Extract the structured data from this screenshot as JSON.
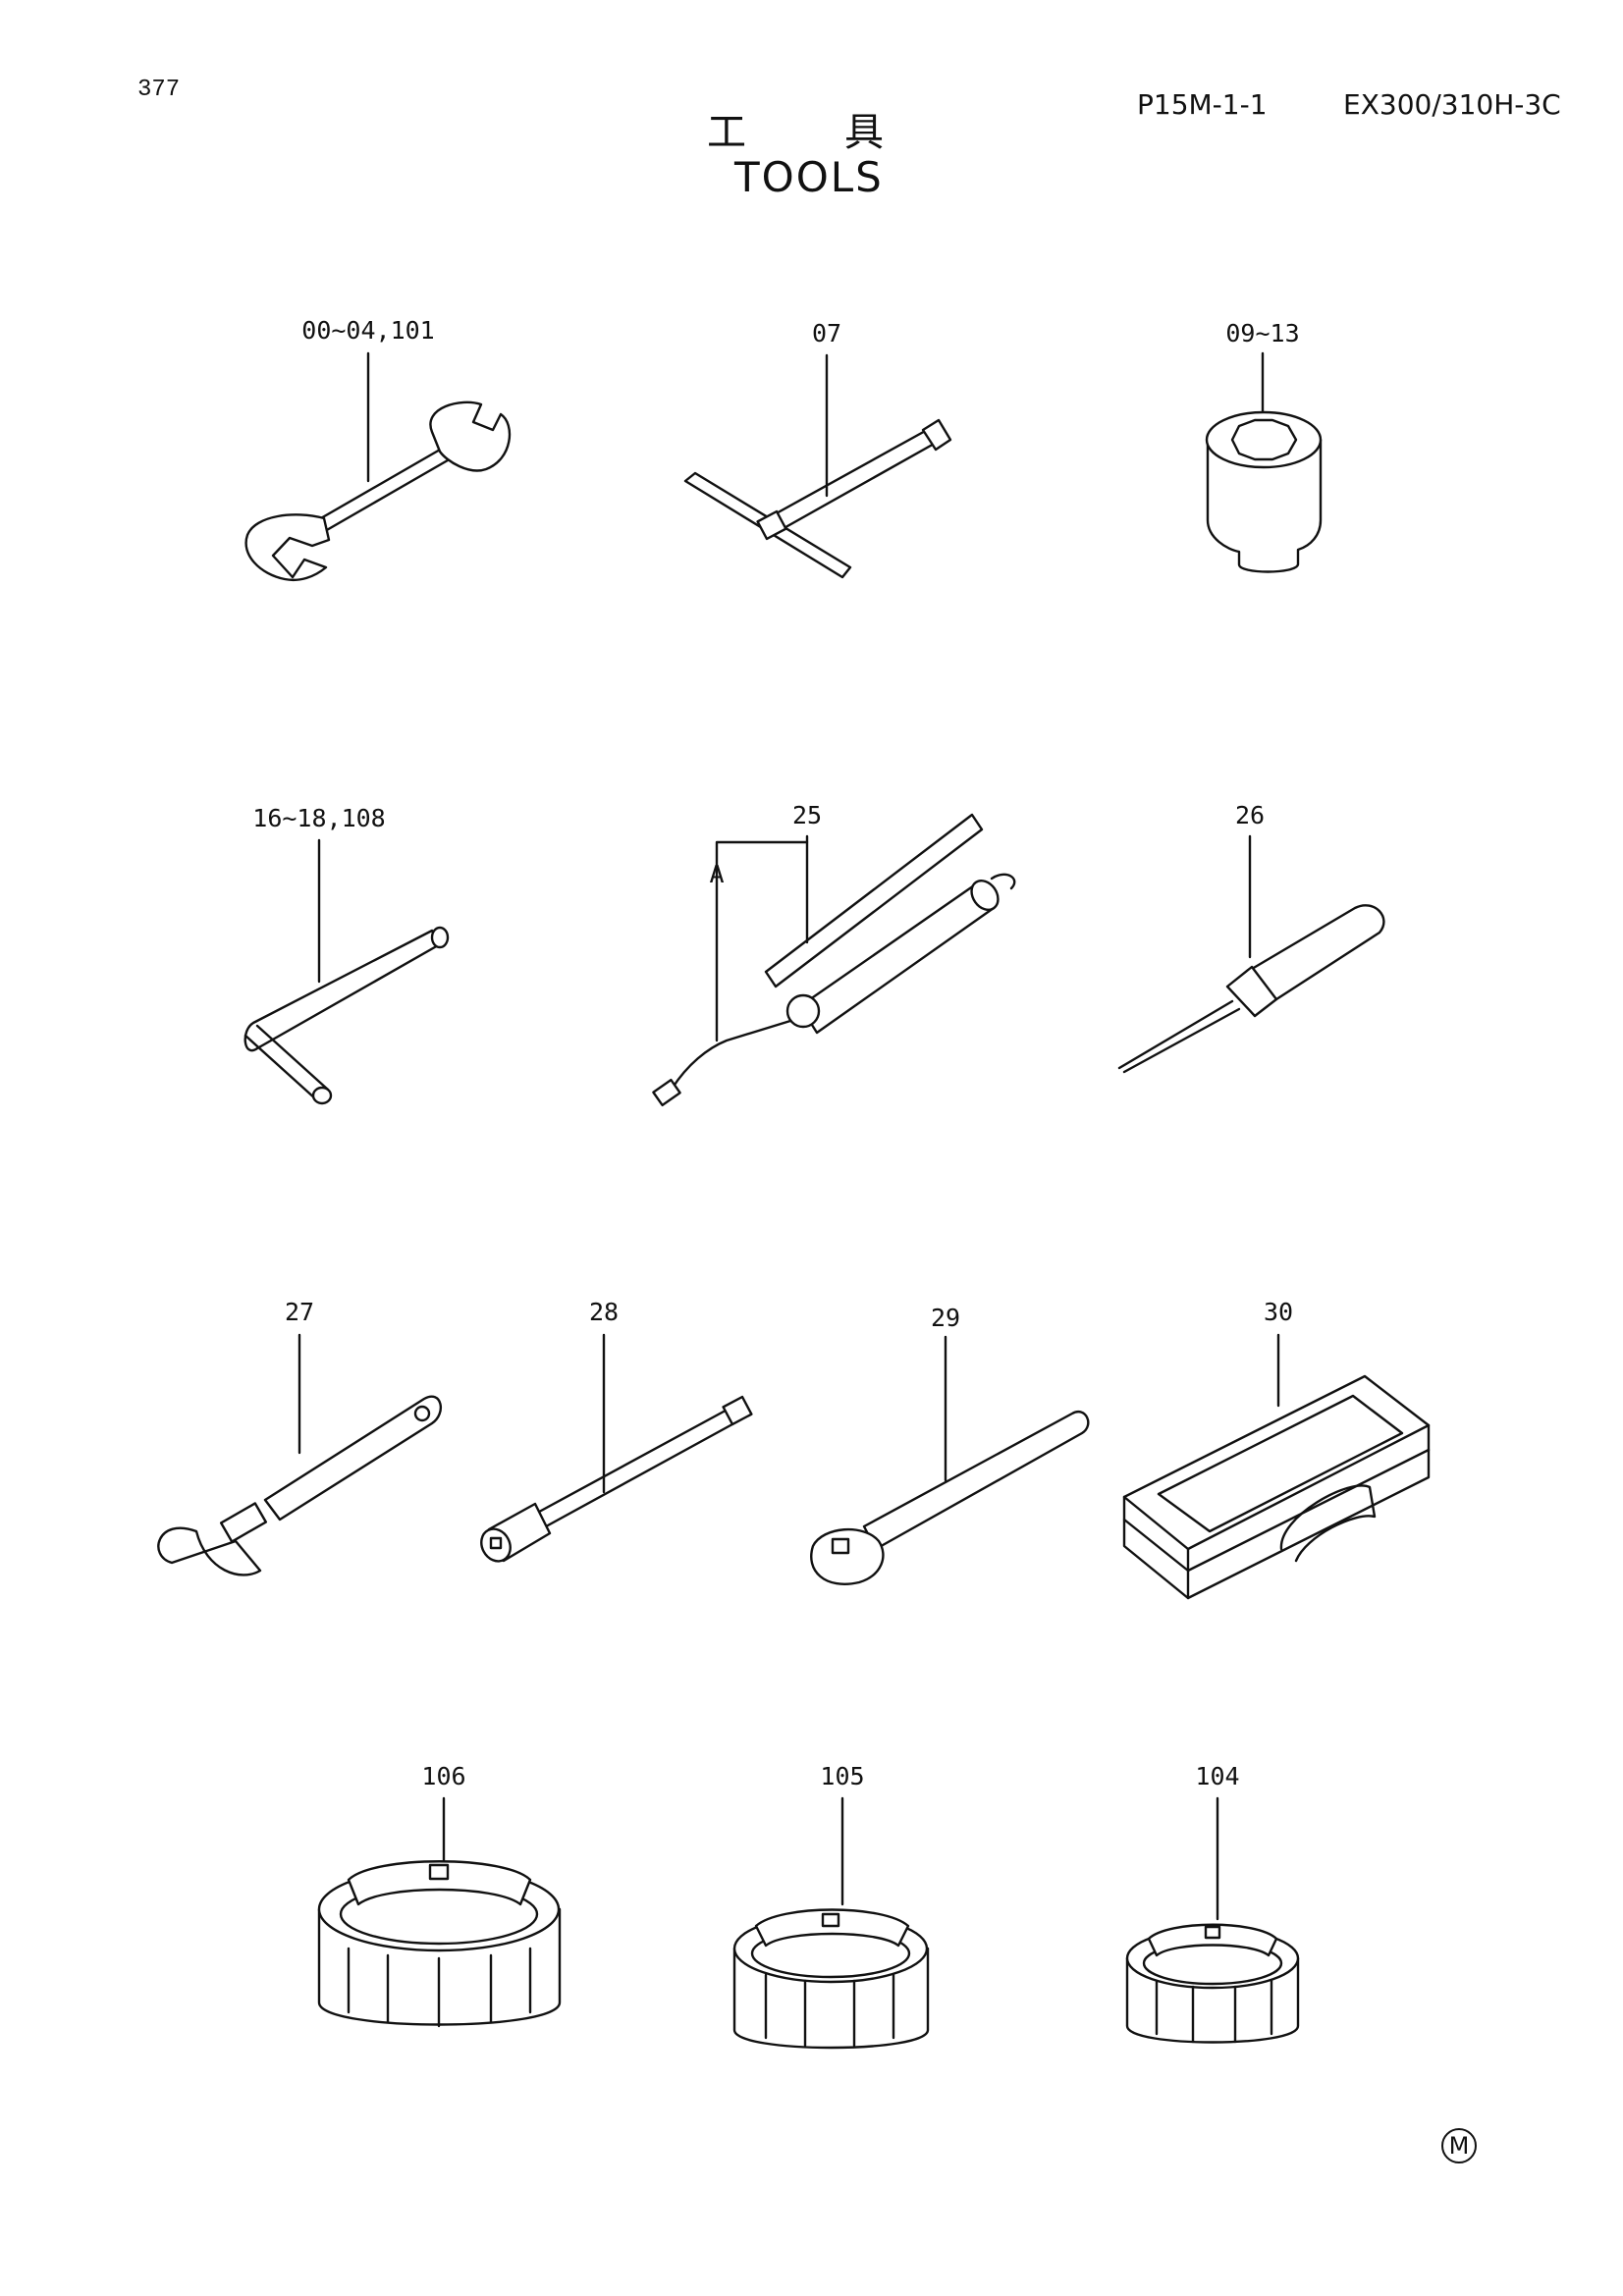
{
  "header": {
    "page_number": "377",
    "title_jp": "工具",
    "title_en": "TOOLS",
    "page_code": "P15M-1-1",
    "model": "EX300/310H-3C"
  },
  "callouts": {
    "spanner": "00~04,101",
    "t_wrench": "07",
    "socket": "09~13",
    "hex_key": "16~18,108",
    "grease_gun": "25",
    "grease_gun_sub": "A",
    "screwdriver": "26",
    "adjustable_wrench": "27",
    "extension_bar": "28",
    "ratchet_handle": "29",
    "tool_box": "30",
    "filter_wrench_large": "106",
    "filter_wrench_medium": "105",
    "filter_wrench_small": "104"
  },
  "footer": {
    "mark": "M"
  }
}
